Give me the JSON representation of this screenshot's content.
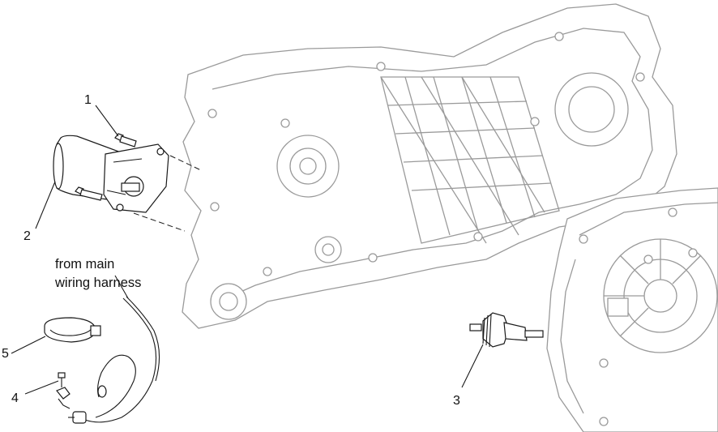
{
  "diagram": {
    "callouts": [
      {
        "id": "1",
        "text": "1"
      },
      {
        "id": "2",
        "text": "2"
      },
      {
        "id": "3",
        "text": "3"
      },
      {
        "id": "4",
        "text": "4"
      },
      {
        "id": "5",
        "text": "5"
      }
    ],
    "wiring_note": {
      "line1": "from main",
      "line2": "wiring harness"
    }
  }
}
